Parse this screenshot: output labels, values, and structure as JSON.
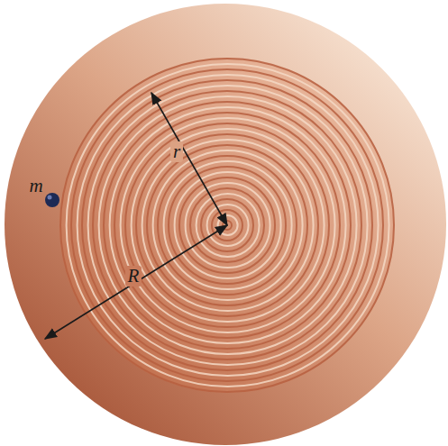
{
  "diagram": {
    "labels": [
      "m",
      "r",
      "R"
    ]
  }
}
